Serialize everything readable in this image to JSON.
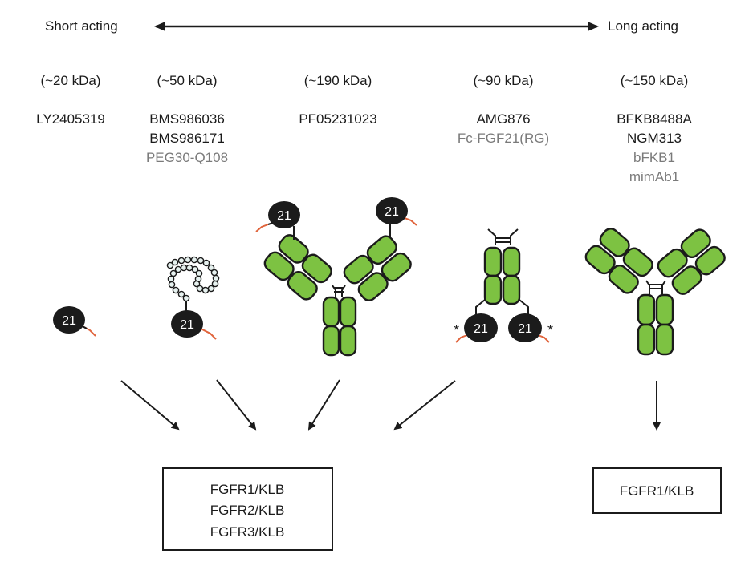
{
  "scale": {
    "left_label": "Short acting",
    "right_label": "Long acting"
  },
  "columns": [
    {
      "mass": "(~20 kDa)",
      "names": [
        {
          "text": "LY2405319",
          "tone": "primary"
        }
      ],
      "structure": "FGF21 analog"
    },
    {
      "mass": "(~50 kDa)",
      "names": [
        {
          "text": "BMS986036",
          "tone": "primary"
        },
        {
          "text": "BMS986171",
          "tone": "primary"
        },
        {
          "text": "PEG30-Q108",
          "tone": "secondary"
        }
      ],
      "structure": "PEGylated FGF21"
    },
    {
      "mass": "(~190 kDa)",
      "names": [
        {
          "text": "PF05231023",
          "tone": "primary"
        }
      ],
      "structure": "Antibody-FGF21 conjugate"
    },
    {
      "mass": "(~90 kDa)",
      "names": [
        {
          "text": "AMG876",
          "tone": "primary"
        },
        {
          "text": "Fc-FGF21(RG)",
          "tone": "secondary"
        }
      ],
      "structure": "Fc-FGF21 fusion",
      "annotation": "*"
    },
    {
      "mass": "(~150 kDa)",
      "names": [
        {
          "text": "BFKB8488A",
          "tone": "primary"
        },
        {
          "text": "NGM313",
          "tone": "primary"
        },
        {
          "text": "bFKB1",
          "tone": "secondary"
        },
        {
          "text": "mimAb1",
          "tone": "secondary"
        }
      ],
      "structure": "Agonist antibody"
    }
  ],
  "fgf_label": "21",
  "targets": {
    "left": [
      "FGFR1/KLB",
      "FGFR2/KLB",
      "FGFR3/KLB"
    ],
    "right": [
      "FGFR1/KLB"
    ]
  },
  "colors": {
    "domain_green": "#7dc242",
    "fgf_black": "#1b1b1b",
    "tail_orange": "#e0643c",
    "peg_bead": "#e6f1ef",
    "secondary_text": "#7a7a7a"
  }
}
